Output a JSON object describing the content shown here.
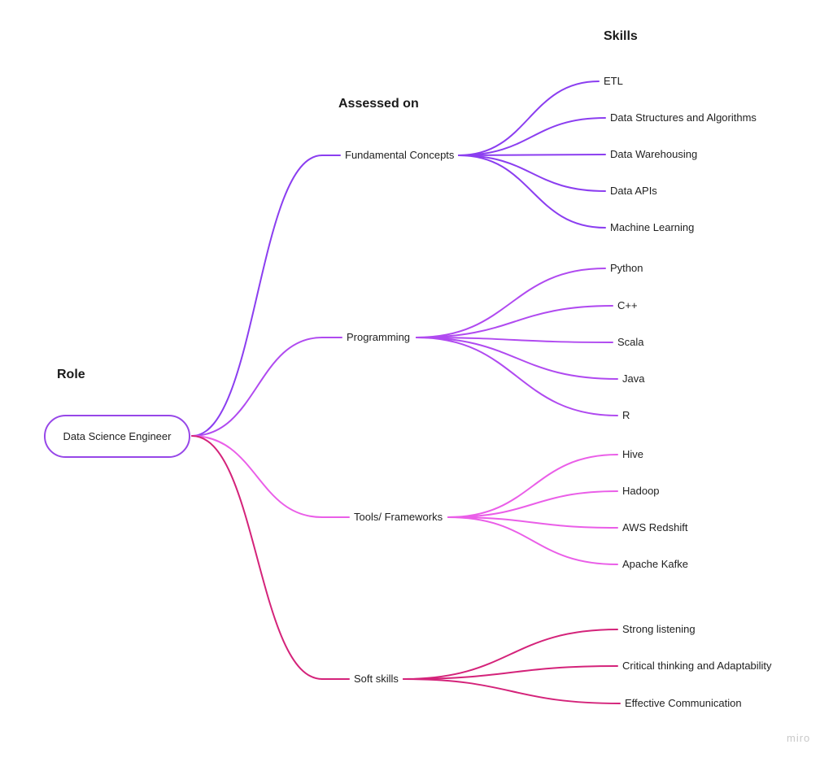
{
  "headers": {
    "role": "Role",
    "assessed_on": "Assessed on",
    "skills": "Skills"
  },
  "root": {
    "label": "Data Science Engineer",
    "color": "#9747e8"
  },
  "branches": [
    {
      "label": "Fundamental Concepts",
      "color": "#8b3ef0",
      "skills": [
        "ETL",
        "Data Structures and Algorithms",
        "Data Warehousing",
        "Data APIs",
        "Machine Learning"
      ]
    },
    {
      "label": "Programming",
      "color": "#b04af0",
      "skills": [
        "Python",
        "C++",
        "Scala",
        "Java",
        "R"
      ]
    },
    {
      "label": "Tools/ Frameworks",
      "color": "#ea5ee8",
      "skills": [
        "Hive",
        "Hadoop",
        "AWS Redshift",
        "Apache Kafke"
      ]
    },
    {
      "label": "Soft skills",
      "color": "#d4237a",
      "skills": [
        "Strong listening",
        "Critical thinking and Adaptability",
        "Effective Communication"
      ]
    }
  ],
  "watermark": "miro"
}
